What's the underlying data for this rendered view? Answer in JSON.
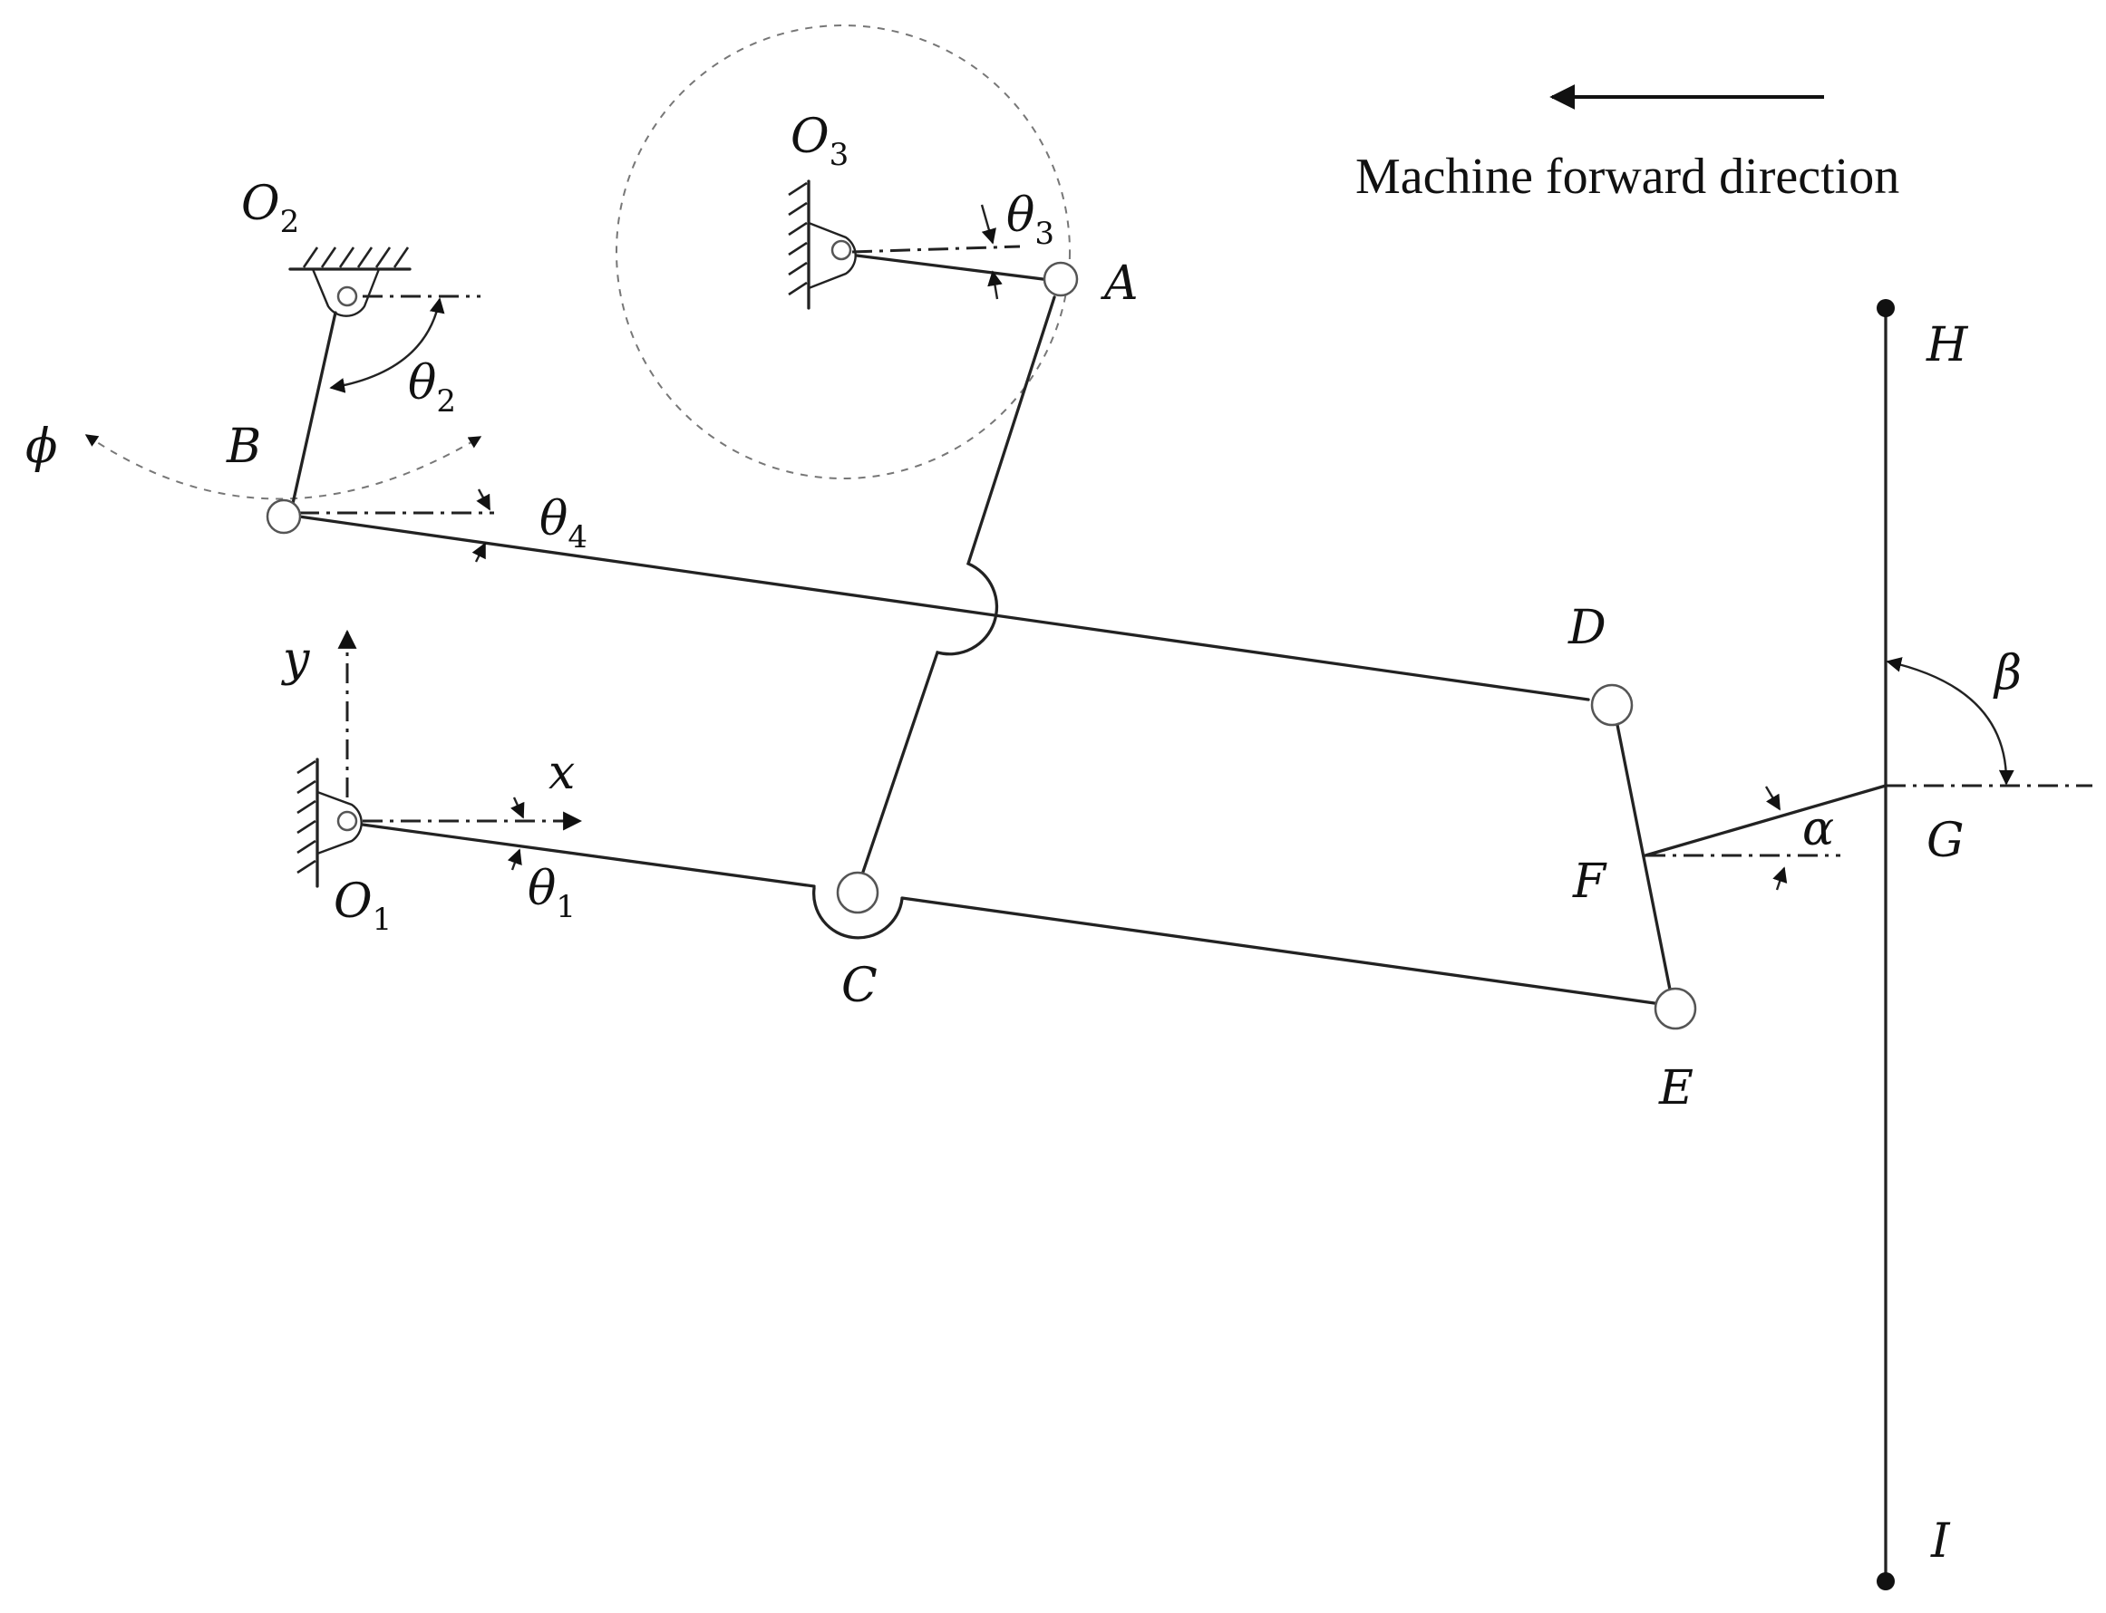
{
  "points": {
    "O1": {
      "name": "O",
      "sub": "1"
    },
    "O2": {
      "name": "O",
      "sub": "2"
    },
    "O3": {
      "name": "O",
      "sub": "3"
    },
    "A": "A",
    "B": "B",
    "C": "C",
    "D": "D",
    "E": "E",
    "F": "F",
    "G": "G",
    "H": "H",
    "I": "I"
  },
  "angles": {
    "theta1": {
      "name": "θ",
      "sub": "1"
    },
    "theta2": {
      "name": "θ",
      "sub": "2"
    },
    "theta3": {
      "name": "θ",
      "sub": "3"
    },
    "theta4": {
      "name": "θ",
      "sub": "4"
    },
    "alpha": "α",
    "beta": "β",
    "phi": "ϕ"
  },
  "axes": {
    "x": "x",
    "y": "y"
  },
  "direction": {
    "label": "Machine forward direction"
  }
}
